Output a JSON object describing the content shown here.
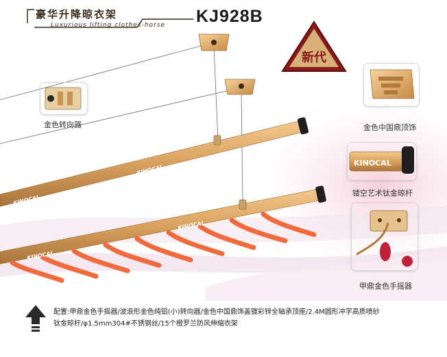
{
  "header": {
    "title_cn": "豪华升降晾衣架",
    "title_en": "Luxurious lifting clothes-horse",
    "model": "KJ928B"
  },
  "badge": {
    "text": "新代"
  },
  "rail": {
    "engraving": "KINOCAL"
  },
  "features": [
    {
      "label": "金色转向器"
    },
    {
      "label": "金色中国鼎顶饰"
    },
    {
      "label": "镂空艺术钛金晾杆"
    },
    {
      "label": "甲鼎金色手摇器"
    }
  ],
  "footer": {
    "line1": "配置:甲鼎金色手摇器/波浪形金色纯铝(小)转向器/金色中国鼎饰盖镀彩锌全轴承顶座/2.4M圆形冲字高质喷砂",
    "line2": "钛金晾杆/φ1.5mm304#不锈钢丝/15个橙罗兰防风伸缩衣架"
  },
  "colors": {
    "gold": "#d9a15e",
    "gold_dark": "#b07a3a",
    "hanger_orange": "#f06a3e",
    "badge_red": "#8a1a1a",
    "accent_magenta": "#c0205a"
  }
}
